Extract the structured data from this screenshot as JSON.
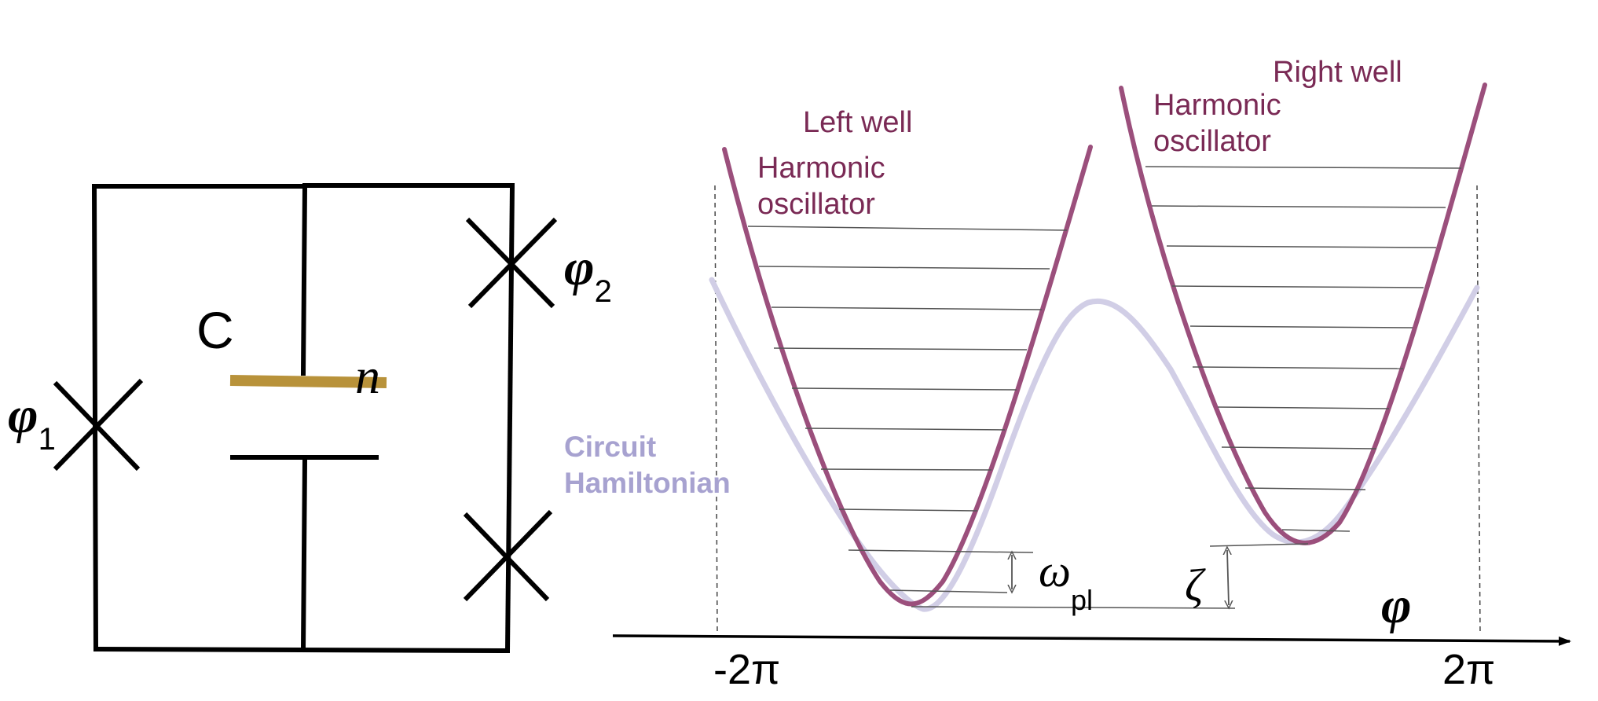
{
  "circuit": {
    "capacitor_label": "C",
    "charge_label": "n",
    "junction1_symbol": "φ",
    "junction1_subscript": "1",
    "junction2_symbol": "φ",
    "junction2_subscript": "2"
  },
  "potential": {
    "left_well_label": "Left well",
    "left_oscillator_line1": "Harmonic",
    "left_oscillator_line2": "oscillator",
    "right_well_label": "Right well",
    "right_oscillator_line1": "Harmonic",
    "right_oscillator_line2": "oscillator",
    "circuit_hamiltonian_line1": "Circuit",
    "circuit_hamiltonian_line2": "Hamiltonian",
    "omega_symbol": "ω",
    "omega_subscript": "pl",
    "zeta_symbol": "ζ",
    "axis_symbol": "φ",
    "tick_left": "-2π",
    "tick_right": "2π"
  },
  "colors": {
    "oscillator": "#9b4f7c",
    "oscillator_text": "#7a2a55",
    "hamiltonian": "#b7b2d6",
    "hamiltonian_text": "#a7a2d0",
    "capacitor_plate": "#b8923a",
    "wire": "#000000",
    "level_line": "#555555"
  }
}
